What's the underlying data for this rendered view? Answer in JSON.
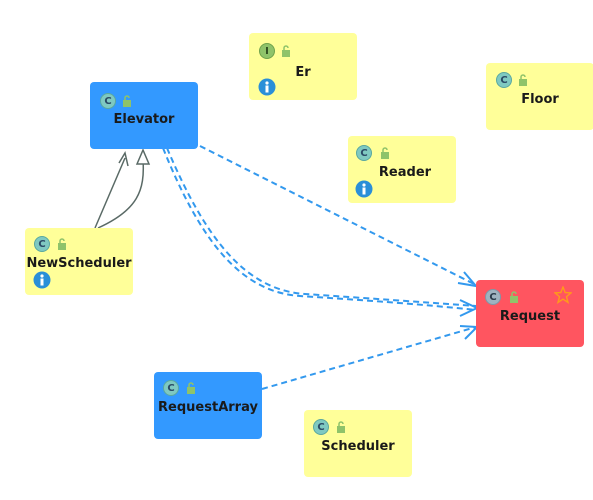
{
  "nodes": [
    {
      "id": "elevator",
      "label": "Elevator",
      "kind": "class",
      "color": "#3399ff",
      "badge": "C",
      "info": false
    },
    {
      "id": "er",
      "label": "Er",
      "kind": "interface",
      "color": "#ffff99",
      "badge": "I",
      "info": true
    },
    {
      "id": "floor",
      "label": "Floor",
      "kind": "class",
      "color": "#ffff99",
      "badge": "C",
      "info": false
    },
    {
      "id": "reader",
      "label": "Reader",
      "kind": "class",
      "color": "#ffff99",
      "badge": "C",
      "info": true
    },
    {
      "id": "newscheduler",
      "label": "NewScheduler",
      "kind": "class",
      "color": "#ffff99",
      "badge": "C",
      "info": true
    },
    {
      "id": "request",
      "label": "Request",
      "kind": "class",
      "color": "#ff5560",
      "badge": "C",
      "info": false,
      "starred": true
    },
    {
      "id": "requestarray",
      "label": "RequestArray",
      "kind": "class",
      "color": "#3399ff",
      "badge": "C",
      "info": false
    },
    {
      "id": "scheduler",
      "label": "Scheduler",
      "kind": "class",
      "color": "#ffff99",
      "badge": "C",
      "info": false
    }
  ],
  "edges": [
    {
      "from": "newscheduler",
      "to": "elevator",
      "style": "solid",
      "arrow": "open"
    },
    {
      "from": "newscheduler",
      "to": "elevator",
      "style": "solid",
      "arrow": "hollow-triangle"
    },
    {
      "from": "elevator",
      "to": "request",
      "style": "dashed",
      "arrow": "open"
    },
    {
      "from": "elevator",
      "to": "request",
      "style": "dashed",
      "arrow": "open"
    },
    {
      "from": "requestarray",
      "to": "request",
      "style": "dashed",
      "arrow": "open"
    }
  ],
  "colors": {
    "dependency": "#3399ee",
    "inheritance": "#5a6a66"
  }
}
